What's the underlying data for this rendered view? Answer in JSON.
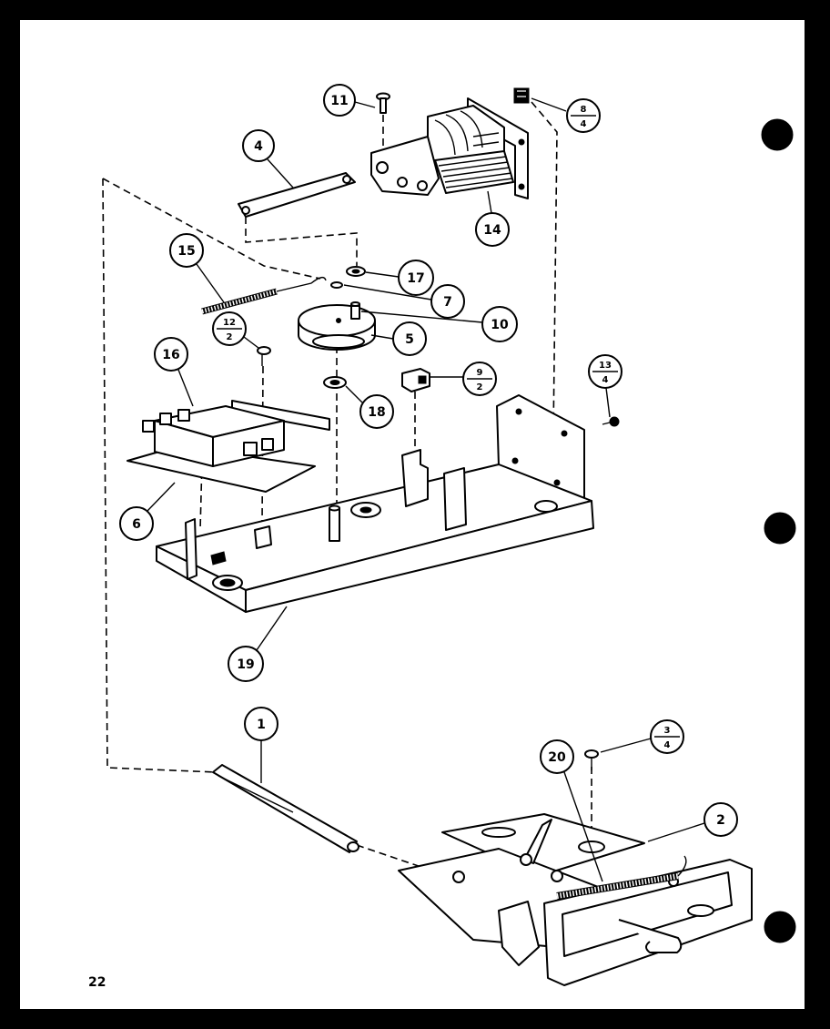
{
  "page_number": "22",
  "callouts": [
    "11",
    "4",
    "14",
    "15",
    "17",
    "7",
    "10",
    "5",
    "16",
    "18",
    "6",
    "19",
    "1",
    "20",
    "2"
  ],
  "fraction_callouts": [
    {
      "top": "8",
      "bottom": "4"
    },
    {
      "top": "12",
      "bottom": "2"
    },
    {
      "top": "13",
      "bottom": "4"
    },
    {
      "top": "9",
      "bottom": "2"
    },
    {
      "top": "3",
      "bottom": "4"
    }
  ]
}
